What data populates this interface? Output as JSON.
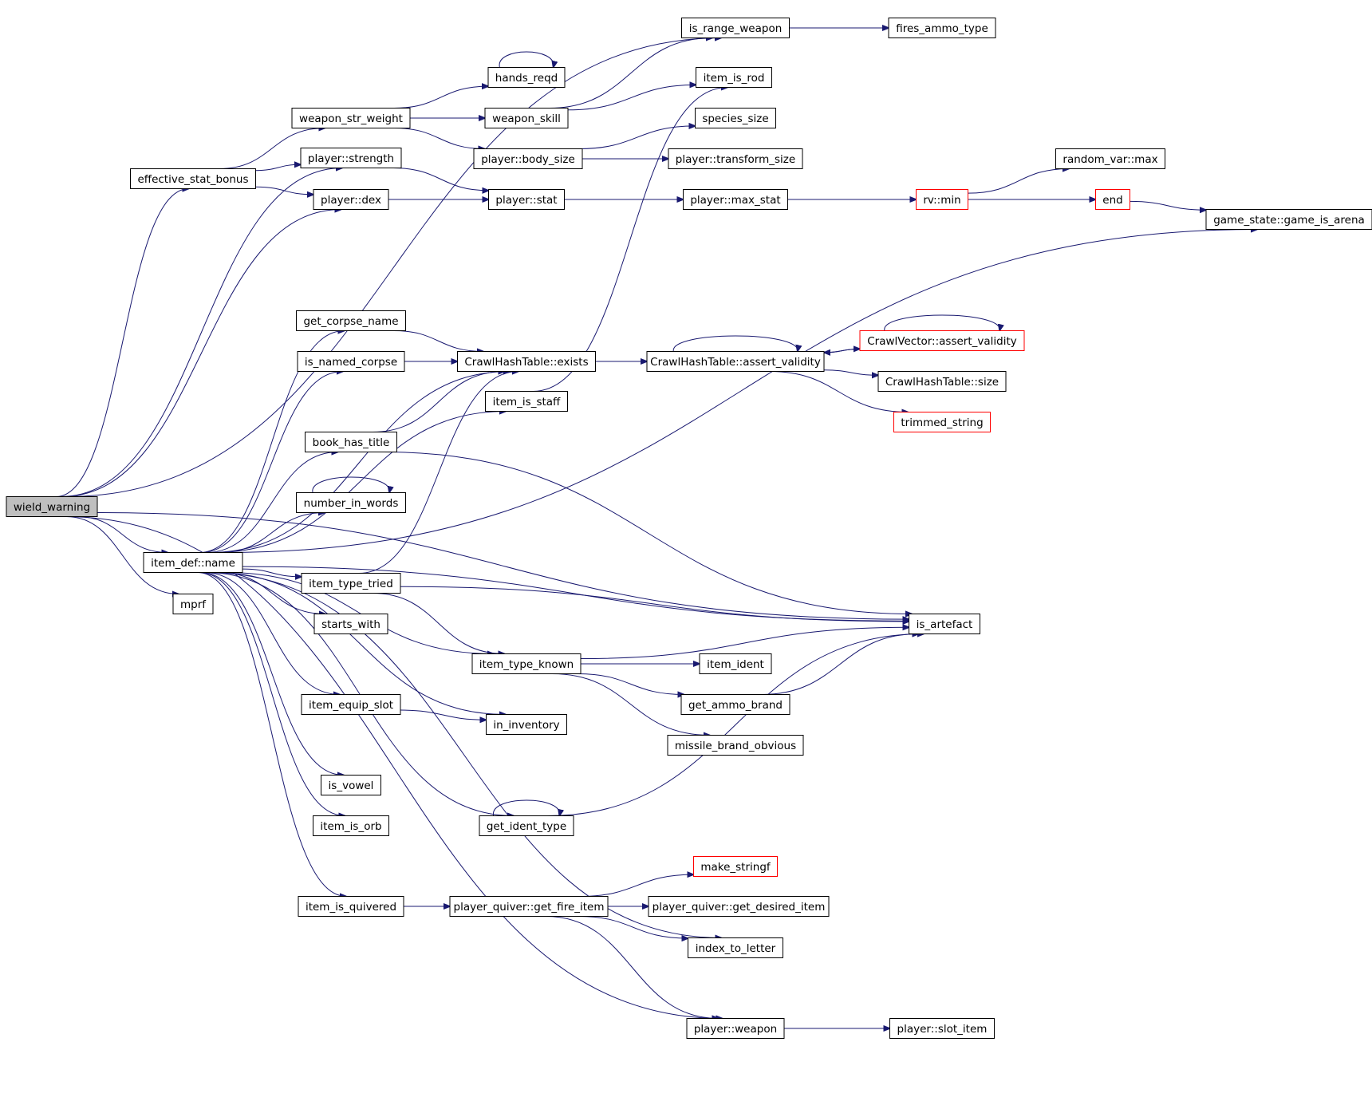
{
  "colors": {
    "edge": "#191970",
    "node_border": "#000000",
    "node_border_truncated": "#ff0000",
    "root_fill": "#bfbfbf",
    "node_fill": "#ffffff"
  },
  "nodes": [
    {
      "id": "wield_warning",
      "label": "wield_warning",
      "root": true
    },
    {
      "id": "is_range_weapon",
      "label": "is_range_weapon"
    },
    {
      "id": "fires_ammo_type",
      "label": "fires_ammo_type"
    },
    {
      "id": "hands_reqd",
      "label": "hands_reqd"
    },
    {
      "id": "item_is_rod",
      "label": "item_is_rod"
    },
    {
      "id": "weapon_str_weight",
      "label": "weapon_str_weight"
    },
    {
      "id": "weapon_skill",
      "label": "weapon_skill"
    },
    {
      "id": "species_size",
      "label": "species_size"
    },
    {
      "id": "player_body_size",
      "label": "player::body_size"
    },
    {
      "id": "player_transform_size",
      "label": "player::transform_size"
    },
    {
      "id": "player_strength",
      "label": "player::strength"
    },
    {
      "id": "effective_stat_bonus",
      "label": "effective_stat_bonus"
    },
    {
      "id": "random_var_max",
      "label": "random_var::max"
    },
    {
      "id": "player_dex",
      "label": "player::dex"
    },
    {
      "id": "player_stat",
      "label": "player::stat"
    },
    {
      "id": "player_max_stat",
      "label": "player::max_stat"
    },
    {
      "id": "rv_min",
      "label": "rv::min",
      "truncated": true
    },
    {
      "id": "end",
      "label": "end",
      "truncated": true
    },
    {
      "id": "game_is_arena",
      "label": "game_state::game_is_arena"
    },
    {
      "id": "get_corpse_name",
      "label": "get_corpse_name"
    },
    {
      "id": "CrawlVector_assert_validity",
      "label": "CrawlVector::assert_validity",
      "truncated": true
    },
    {
      "id": "is_named_corpse",
      "label": "is_named_corpse"
    },
    {
      "id": "CrawlHashTable_exists",
      "label": "CrawlHashTable::exists"
    },
    {
      "id": "CrawlHashTable_assert_validity",
      "label": "CrawlHashTable::assert_validity"
    },
    {
      "id": "CrawlHashTable_size",
      "label": "CrawlHashTable::size"
    },
    {
      "id": "item_is_staff",
      "label": "item_is_staff"
    },
    {
      "id": "trimmed_string",
      "label": "trimmed_string",
      "truncated": true
    },
    {
      "id": "book_has_title",
      "label": "book_has_title"
    },
    {
      "id": "number_in_words",
      "label": "number_in_words"
    },
    {
      "id": "item_def_name",
      "label": "item_def::name"
    },
    {
      "id": "item_type_tried",
      "label": "item_type_tried"
    },
    {
      "id": "mprf",
      "label": "mprf"
    },
    {
      "id": "starts_with",
      "label": "starts_with"
    },
    {
      "id": "is_artefact",
      "label": "is_artefact"
    },
    {
      "id": "item_type_known",
      "label": "item_type_known"
    },
    {
      "id": "item_ident",
      "label": "item_ident"
    },
    {
      "id": "item_equip_slot",
      "label": "item_equip_slot"
    },
    {
      "id": "get_ammo_brand",
      "label": "get_ammo_brand"
    },
    {
      "id": "in_inventory",
      "label": "in_inventory"
    },
    {
      "id": "missile_brand_obvious",
      "label": "missile_brand_obvious"
    },
    {
      "id": "is_vowel",
      "label": "is_vowel"
    },
    {
      "id": "item_is_orb",
      "label": "item_is_orb"
    },
    {
      "id": "get_ident_type",
      "label": "get_ident_type"
    },
    {
      "id": "make_stringf",
      "label": "make_stringf",
      "truncated": true
    },
    {
      "id": "item_is_quivered",
      "label": "item_is_quivered"
    },
    {
      "id": "get_fire_item",
      "label": "player_quiver::get_fire_item"
    },
    {
      "id": "get_desired_item",
      "label": "player_quiver::get_desired_item"
    },
    {
      "id": "index_to_letter",
      "label": "index_to_letter"
    },
    {
      "id": "player_weapon",
      "label": "player::weapon"
    },
    {
      "id": "player_slot_item",
      "label": "player::slot_item"
    }
  ],
  "edges": [
    [
      "wield_warning",
      "is_range_weapon"
    ],
    [
      "wield_warning",
      "effective_stat_bonus"
    ],
    [
      "wield_warning",
      "player_strength"
    ],
    [
      "wield_warning",
      "player_dex"
    ],
    [
      "wield_warning",
      "item_def_name"
    ],
    [
      "wield_warning",
      "mprf"
    ],
    [
      "wield_warning",
      "is_artefact"
    ],
    [
      "wield_warning",
      "player_weapon"
    ],
    [
      "is_range_weapon",
      "fires_ammo_type"
    ],
    [
      "weapon_str_weight",
      "hands_reqd"
    ],
    [
      "weapon_str_weight",
      "weapon_skill"
    ],
    [
      "weapon_str_weight",
      "player_body_size"
    ],
    [
      "hands_reqd",
      "hands_reqd"
    ],
    [
      "weapon_skill",
      "is_range_weapon"
    ],
    [
      "weapon_skill",
      "item_is_rod"
    ],
    [
      "player_body_size",
      "species_size"
    ],
    [
      "player_body_size",
      "player_transform_size"
    ],
    [
      "effective_stat_bonus",
      "weapon_str_weight"
    ],
    [
      "effective_stat_bonus",
      "player_strength"
    ],
    [
      "effective_stat_bonus",
      "player_dex"
    ],
    [
      "player_strength",
      "player_stat"
    ],
    [
      "player_dex",
      "player_stat"
    ],
    [
      "player_stat",
      "player_max_stat"
    ],
    [
      "player_max_stat",
      "rv_min"
    ],
    [
      "rv_min",
      "random_var_max"
    ],
    [
      "rv_min",
      "end"
    ],
    [
      "end",
      "game_is_arena"
    ],
    [
      "item_def_name",
      "game_is_arena"
    ],
    [
      "item_def_name",
      "CrawlHashTable_exists"
    ],
    [
      "item_def_name",
      "get_corpse_name"
    ],
    [
      "item_def_name",
      "is_named_corpse"
    ],
    [
      "item_def_name",
      "item_is_staff"
    ],
    [
      "item_def_name",
      "book_has_title"
    ],
    [
      "item_def_name",
      "number_in_words"
    ],
    [
      "item_def_name",
      "item_type_tried"
    ],
    [
      "item_def_name",
      "starts_with"
    ],
    [
      "item_def_name",
      "is_artefact"
    ],
    [
      "item_def_name",
      "item_type_known"
    ],
    [
      "item_def_name",
      "item_equip_slot"
    ],
    [
      "item_def_name",
      "in_inventory"
    ],
    [
      "item_def_name",
      "is_vowel"
    ],
    [
      "item_def_name",
      "item_is_orb"
    ],
    [
      "item_def_name",
      "get_ident_type"
    ],
    [
      "item_def_name",
      "item_is_quivered"
    ],
    [
      "item_def_name",
      "index_to_letter"
    ],
    [
      "get_corpse_name",
      "CrawlHashTable_exists"
    ],
    [
      "is_named_corpse",
      "CrawlHashTable_exists"
    ],
    [
      "CrawlHashTable_exists",
      "CrawlHashTable_assert_validity"
    ],
    [
      "CrawlHashTable_assert_validity",
      "CrawlHashTable_assert_validity"
    ],
    [
      "CrawlHashTable_assert_validity",
      "CrawlVector_assert_validity"
    ],
    [
      "CrawlHashTable_assert_validity",
      "CrawlHashTable_size"
    ],
    [
      "CrawlHashTable_assert_validity",
      "trimmed_string"
    ],
    [
      "CrawlVector_assert_validity",
      "CrawlVector_assert_validity"
    ],
    [
      "CrawlVector_assert_validity",
      "CrawlHashTable_assert_validity"
    ],
    [
      "item_is_staff",
      "item_is_rod"
    ],
    [
      "book_has_title",
      "CrawlHashTable_exists"
    ],
    [
      "book_has_title",
      "is_artefact"
    ],
    [
      "number_in_words",
      "number_in_words"
    ],
    [
      "item_type_tried",
      "CrawlHashTable_exists"
    ],
    [
      "item_type_tried",
      "is_artefact"
    ],
    [
      "item_type_tried",
      "item_type_known"
    ],
    [
      "item_type_known",
      "is_artefact"
    ],
    [
      "item_type_known",
      "item_ident"
    ],
    [
      "item_type_known",
      "get_ammo_brand"
    ],
    [
      "item_type_known",
      "missile_brand_obvious"
    ],
    [
      "get_ammo_brand",
      "is_artefact"
    ],
    [
      "item_equip_slot",
      "in_inventory"
    ],
    [
      "get_ident_type",
      "is_artefact"
    ],
    [
      "get_ident_type",
      "get_ident_type"
    ],
    [
      "item_is_quivered",
      "get_fire_item"
    ],
    [
      "get_fire_item",
      "make_stringf"
    ],
    [
      "get_fire_item",
      "get_desired_item"
    ],
    [
      "get_fire_item",
      "index_to_letter"
    ],
    [
      "get_fire_item",
      "player_weapon"
    ],
    [
      "player_weapon",
      "player_slot_item"
    ]
  ]
}
